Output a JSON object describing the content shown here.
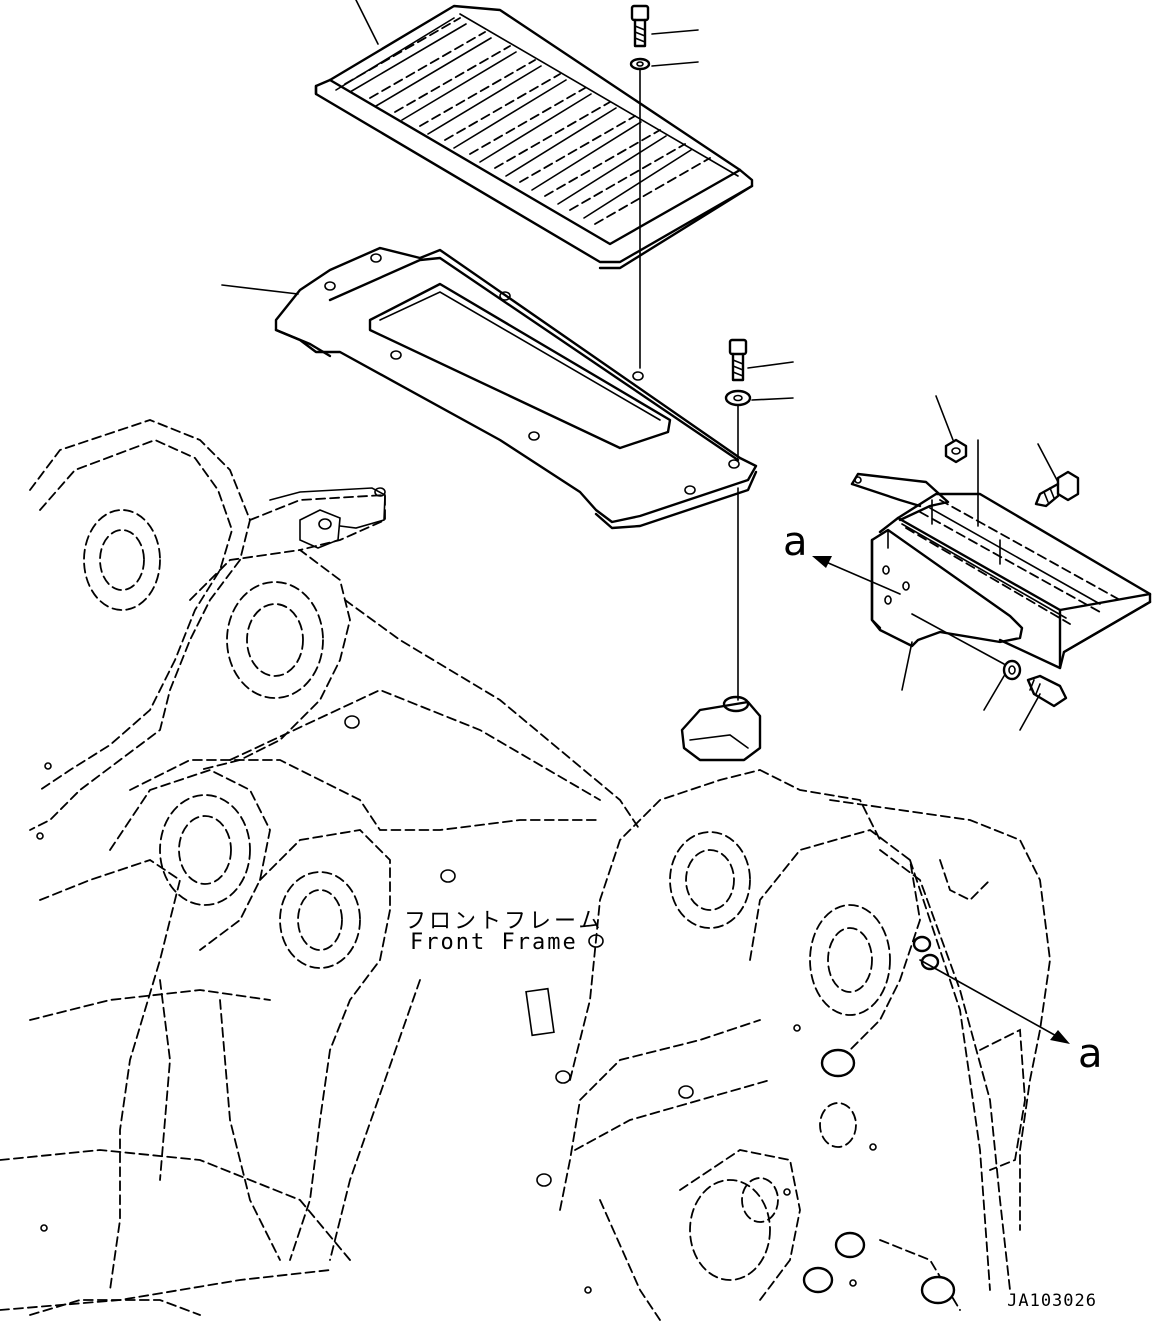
{
  "labels": {
    "part_name_jp": "フロントフレーム",
    "part_name_en": "Front Frame",
    "view_arrow_1": "a",
    "view_arrow_2": "a",
    "drawing_id": "JA103026"
  }
}
